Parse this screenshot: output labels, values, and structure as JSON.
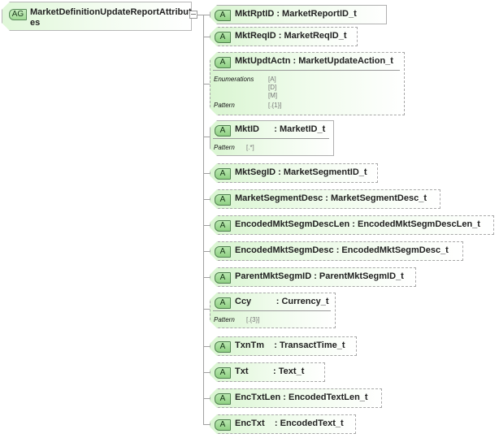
{
  "group": {
    "badge": "AG",
    "title": "MarketDefinitionUpdateReportAttributes"
  },
  "attributes": [
    {
      "badge": "A",
      "label": "MktRptID : MarketReportID_t",
      "required": true
    },
    {
      "badge": "A",
      "label": "MktReqID : MarketReqID_t",
      "required": false
    },
    {
      "badge": "A",
      "label": "MktUpdtActn : MarketUpdateAction_t",
      "required": false,
      "facets": {
        "enumerations_label": "Enumerations",
        "enumerations": [
          "[A]",
          "[D]",
          "[M]"
        ],
        "pattern_label": "Pattern",
        "pattern": "[.{1}]"
      }
    },
    {
      "badge": "A",
      "label": "MktID      : MarketID_t",
      "required": true,
      "facets": {
        "pattern_label": "Pattern",
        "pattern": "[.*]"
      }
    },
    {
      "badge": "A",
      "label": "MktSegID : MarketSegmentID_t",
      "required": false
    },
    {
      "badge": "A",
      "label": "MarketSegmentDesc : MarketSegmentDesc_t",
      "required": false
    },
    {
      "badge": "A",
      "label": "EncodedMktSegmDescLen : EncodedMktSegmDescLen_t",
      "required": false
    },
    {
      "badge": "A",
      "label": "EncodedMktSegmDesc : EncodedMktSegmDesc_t",
      "required": false
    },
    {
      "badge": "A",
      "label": "ParentMktSegmID : ParentMktSegmID_t",
      "required": false
    },
    {
      "badge": "A",
      "label": "Ccy          : Currency_t",
      "required": false,
      "facets": {
        "pattern_label": "Pattern",
        "pattern": "[.{3}]"
      }
    },
    {
      "badge": "A",
      "label": "TxnTm    : TransactTime_t",
      "required": false
    },
    {
      "badge": "A",
      "label": "Txt          : Text_t",
      "required": false
    },
    {
      "badge": "A",
      "label": "EncTxtLen : EncodedTextLen_t",
      "required": false
    },
    {
      "badge": "A",
      "label": "EncTxt    : EncodedText_t",
      "required": false
    }
  ]
}
